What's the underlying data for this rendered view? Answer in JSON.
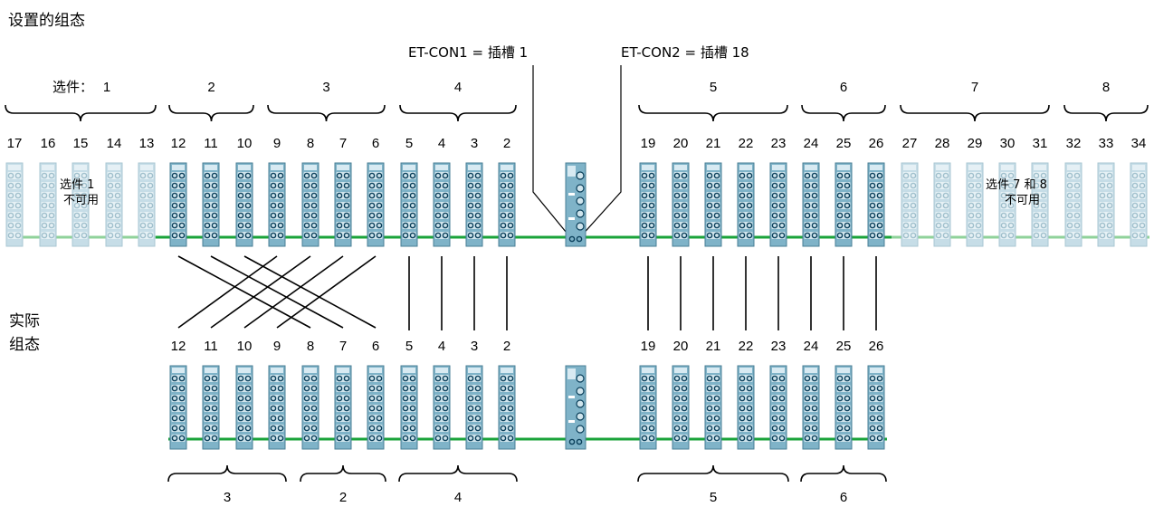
{
  "titles": {
    "configured": "设置的组态",
    "actual_line1": "实际",
    "actual_line2": "组态"
  },
  "et_con": {
    "con1": "ET-CON1 = 插槽 1",
    "con2": "ET-CON2 = 插槽 18"
  },
  "top": {
    "option_prefix": "选件：",
    "groups": [
      {
        "label": "1",
        "slots": [
          "17",
          "16",
          "15",
          "14",
          "13"
        ],
        "available": false
      },
      {
        "label": "2",
        "slots": [
          "12",
          "11",
          "10"
        ],
        "available": true
      },
      {
        "label": "3",
        "slots": [
          "9",
          "8",
          "7",
          "6"
        ],
        "available": true
      },
      {
        "label": "4",
        "slots": [
          "5",
          "4",
          "3",
          "2"
        ],
        "available": true
      },
      {
        "label": "5",
        "slots": [
          "19",
          "20",
          "21",
          "22",
          "23"
        ],
        "available": true
      },
      {
        "label": "6",
        "slots": [
          "24",
          "25",
          "26"
        ],
        "available": true
      },
      {
        "label": "7",
        "slots": [
          "27",
          "28",
          "29",
          "30",
          "31"
        ],
        "available": false
      },
      {
        "label": "8",
        "slots": [
          "32",
          "33",
          "34"
        ],
        "available": false
      }
    ],
    "note_left": [
      "选件 1",
      "不可用"
    ],
    "note_right": [
      "选件 7 和 8",
      "不可用"
    ]
  },
  "bottom": {
    "slots": [
      "12",
      "11",
      "10",
      "9",
      "8",
      "7",
      "6",
      "5",
      "4",
      "3",
      "2",
      "19",
      "20",
      "21",
      "22",
      "23",
      "24",
      "25",
      "26"
    ],
    "groups": [
      {
        "label": "3",
        "count": 4
      },
      {
        "label": "2",
        "count": 3
      },
      {
        "label": "4",
        "count": 4
      },
      {
        "label": "5",
        "count": 5
      },
      {
        "label": "6",
        "count": 3
      }
    ]
  },
  "colors": {
    "bus": "#1aa33a",
    "bus_faded": "#8fd29a",
    "module_body": "#7fb3c8",
    "module_stroke": "#4a7f96",
    "module_faded": "#c6dde7",
    "connector": "#0a3f5a"
  }
}
